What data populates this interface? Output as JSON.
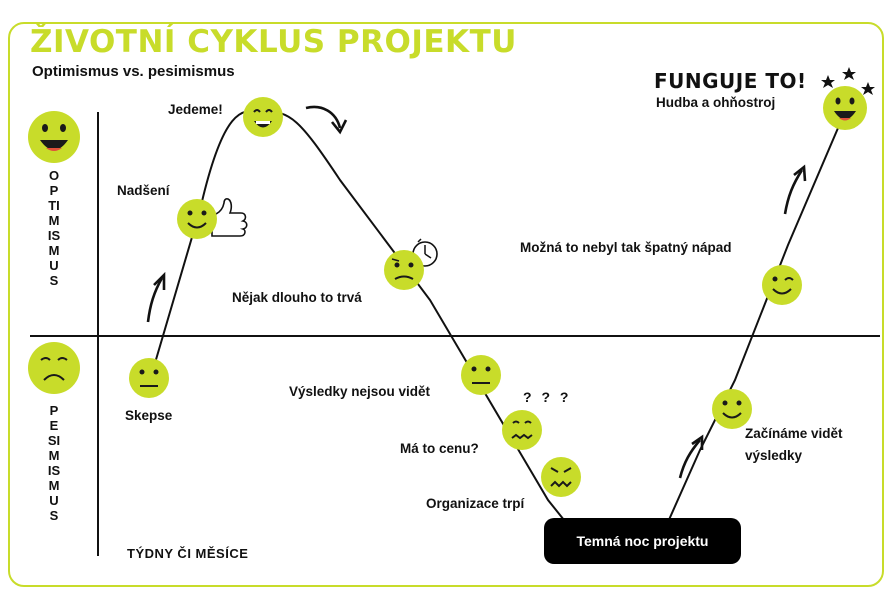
{
  "title": "ŽIVOTNÍ CYKLUS PROJEKTU",
  "subtitle": "Optimismus vs. pesimismus",
  "axis": {
    "optimism": "OPTIMISMUS",
    "pessimism": "PESIMISMUS",
    "time": "TÝDNY ČI MĚSÍCE"
  },
  "stages": {
    "skepse": "Skepse",
    "nadseni": "Nadšení",
    "jedeme": "Jedeme!",
    "dlouho": "Nějak dlouho to trvá",
    "nejsou_videt": "Výsledky nejsou vidět",
    "cenu": "Má to cenu?",
    "trpi": "Organizace trpí",
    "noc": "Temná noc projektu",
    "zaciname_1": "Začínáme vidět",
    "zaciname_2": "výsledky",
    "mozna": "Možná to nebyl tak špatný nápad",
    "funguje": "FUNGUJE TO!",
    "hudba": "Hudba a ohňostroj"
  },
  "question_marks": "? ? ?",
  "colors": {
    "accent": "#c8dc2a",
    "face_dark": "#1a1a1a"
  }
}
